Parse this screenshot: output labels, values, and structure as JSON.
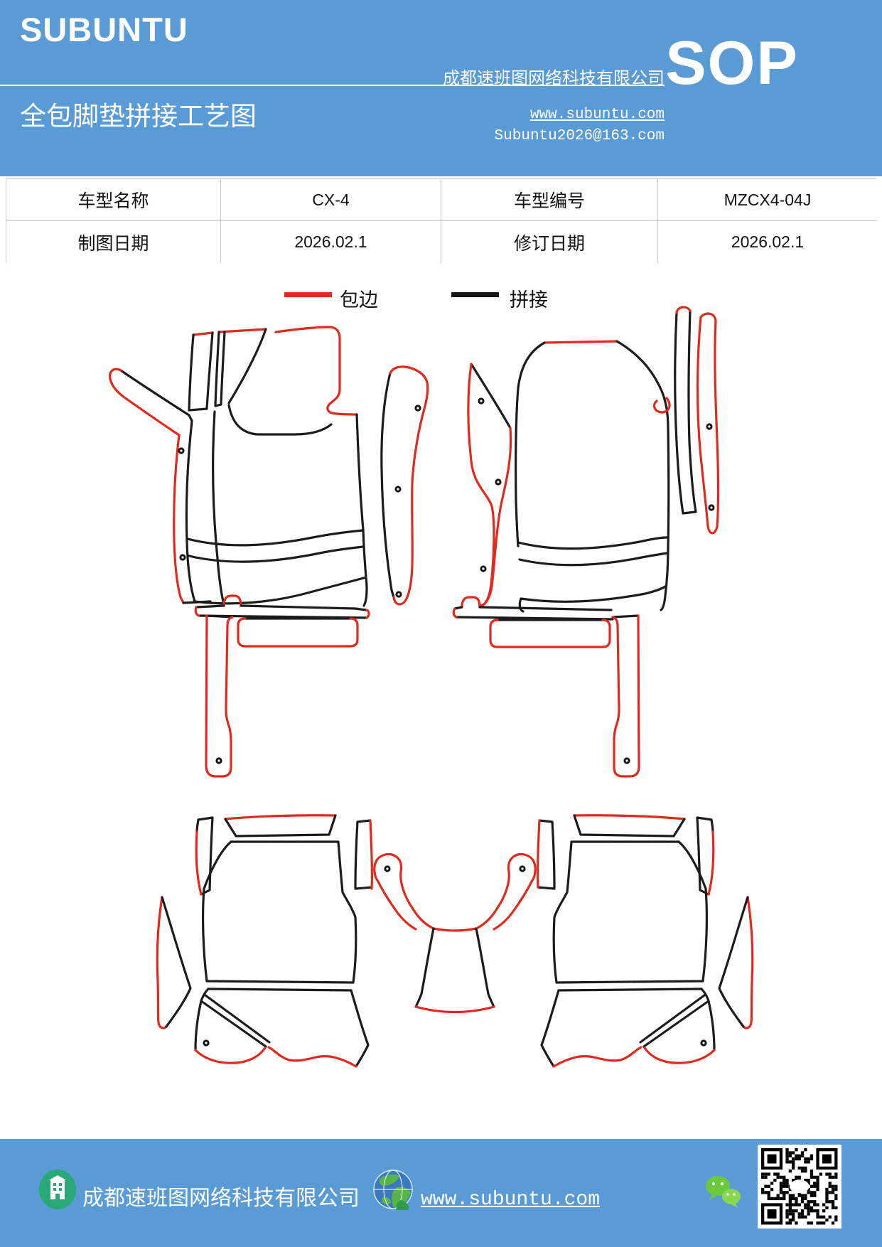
{
  "colors": {
    "brand_blue": "#5b9bd5",
    "edge_red": "#e02a1e",
    "seam_black": "#1c1c1c",
    "table_border": "#c9c9c9"
  },
  "header": {
    "logo": "SUBUNTU",
    "title": "全包脚垫拼接工艺图",
    "company": "成都速班图网络科技有限公司",
    "website": "www.subuntu.com",
    "email": "Subuntu2026@163.com",
    "badge": "SOP"
  },
  "info_table": {
    "rows": [
      [
        "车型名称",
        "CX-4",
        "车型编号",
        "MZCX4-04J"
      ],
      [
        "制图日期",
        "2026.02.1",
        "修订日期",
        "2026.02.1"
      ]
    ]
  },
  "legend": {
    "items": [
      {
        "label": "包边",
        "color": "#e02a1e"
      },
      {
        "label": "拼接",
        "color": "#1c1c1c"
      }
    ]
  },
  "footer": {
    "company": "成都速班图网络科技有限公司",
    "website": "www.subuntu.com"
  }
}
